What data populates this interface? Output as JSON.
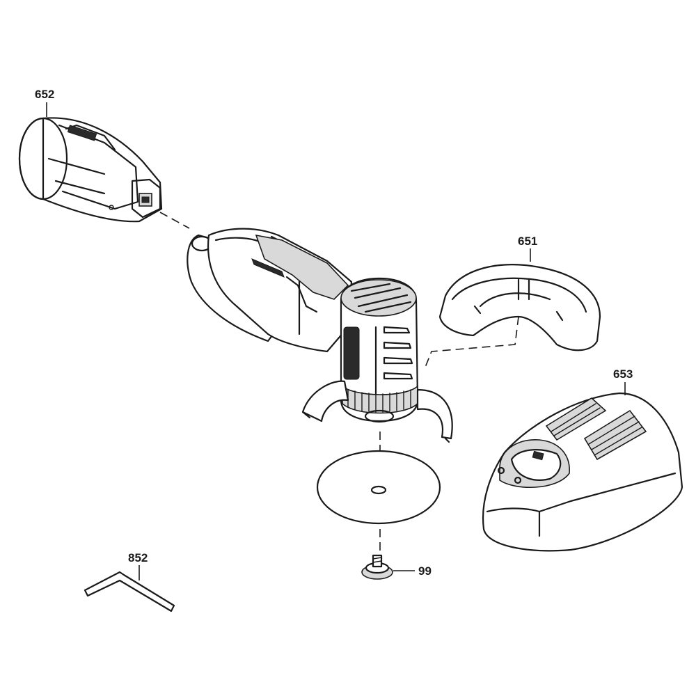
{
  "callouts": {
    "battery": "652",
    "guard": "651",
    "charger": "653",
    "hex_key": "852",
    "screw": "99"
  }
}
